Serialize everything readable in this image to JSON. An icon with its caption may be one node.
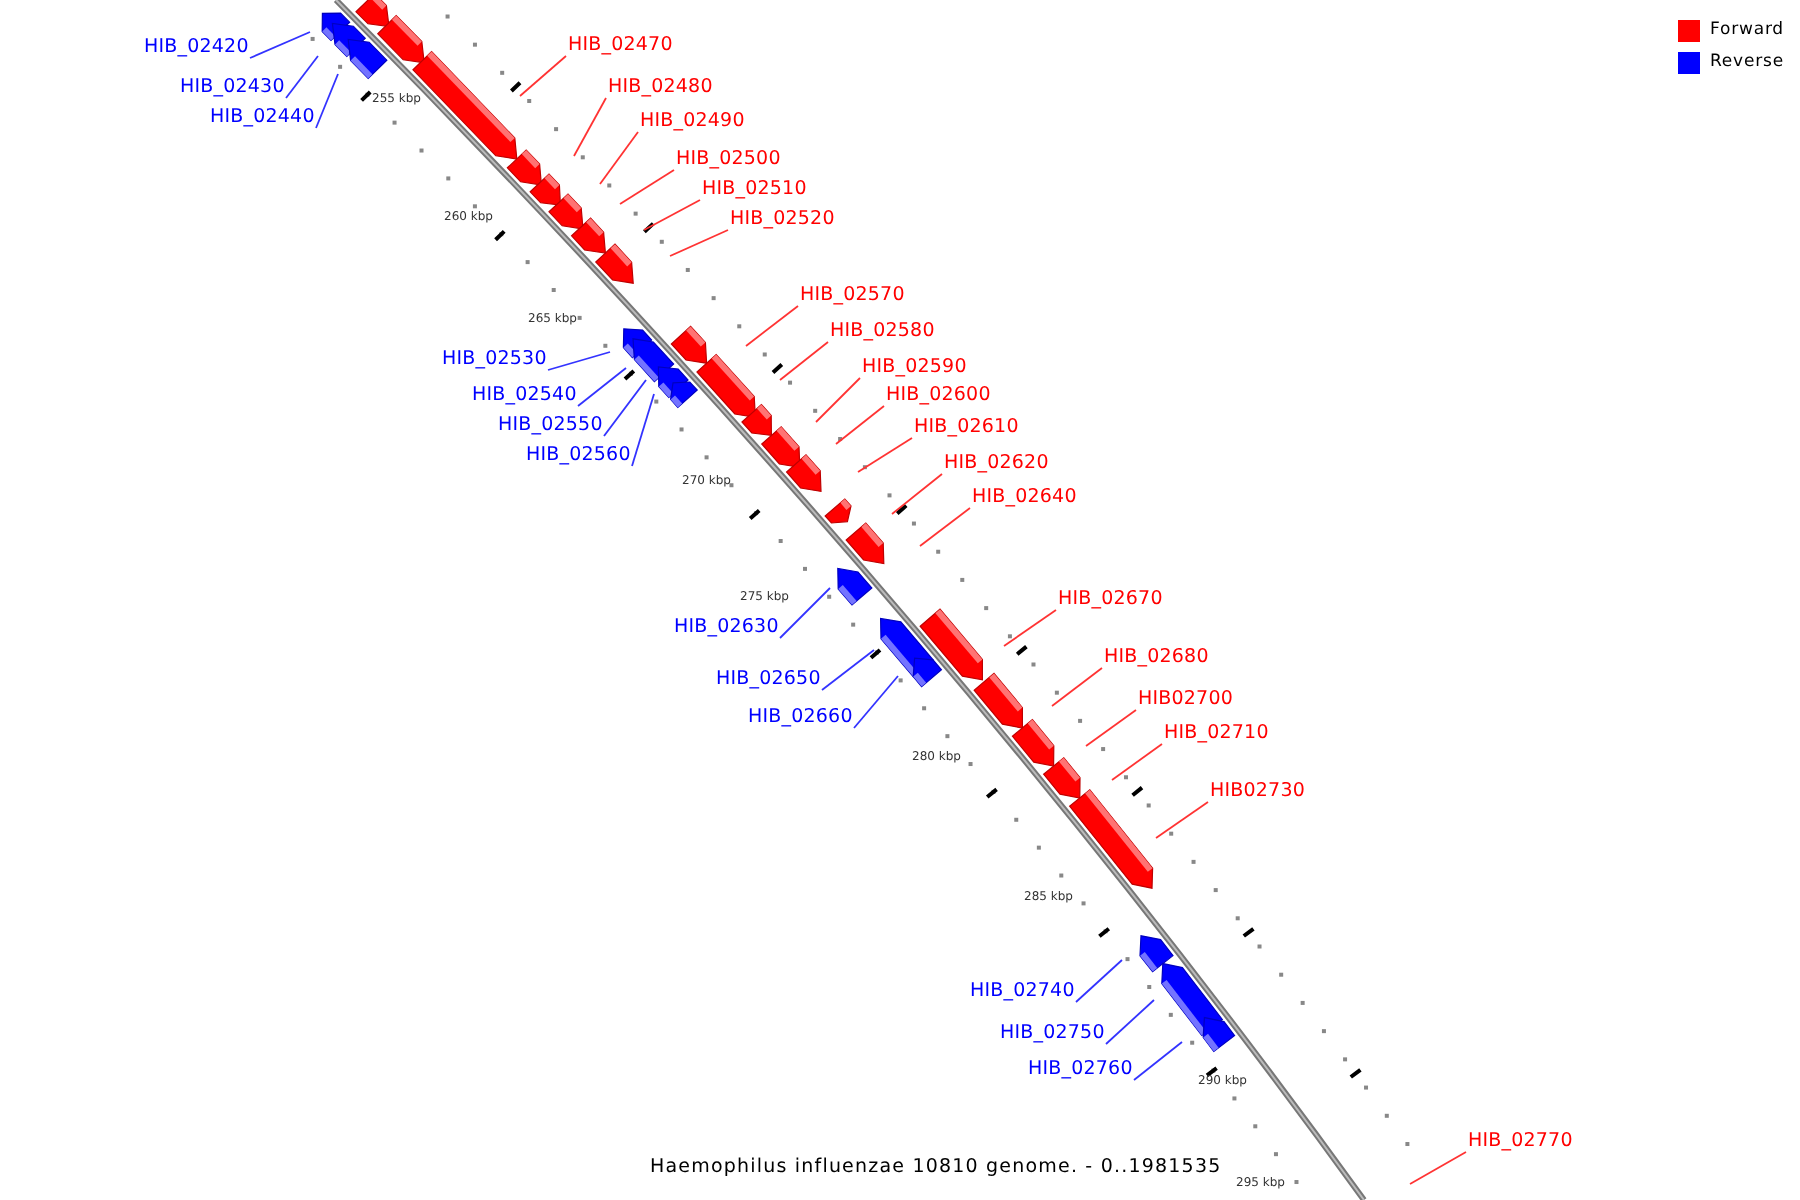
{
  "diagram": {
    "caption": "Haemophilus influenzae 10810 genome. - 0..1981535",
    "nodes": [
      {
        "text": [
          "HIB_02420"
        ]
      },
      {
        "text": [
          "HIB_02430"
        ]
      },
      {
        "text": [
          "HIB_02440"
        ]
      },
      {
        "text": [
          "HIB_02470"
        ]
      },
      {
        "text": [
          "HIB_02480"
        ]
      },
      {
        "text": [
          "HIB_02490"
        ]
      },
      {
        "text": [
          "HIB_02500"
        ]
      },
      {
        "text": [
          "HIB_02510"
        ]
      },
      {
        "text": [
          "HIB_02520"
        ]
      },
      {
        "text": [
          "HIB_02570"
        ]
      },
      {
        "text": [
          "HIB_02580"
        ]
      },
      {
        "text": [
          "HIB_02590"
        ]
      },
      {
        "text": [
          "HIB_02600"
        ]
      },
      {
        "text": [
          "HIB_02610"
        ]
      },
      {
        "text": [
          "HIB_02620"
        ]
      },
      {
        "text": [
          "HIB_02530"
        ]
      },
      {
        "text": [
          "HIB_02640"
        ]
      },
      {
        "text": [
          "HIB_02540"
        ]
      },
      {
        "text": [
          "HIB_02550"
        ]
      },
      {
        "text": [
          "HIB_02560"
        ]
      },
      {
        "text": [
          "HIB_02670"
        ]
      },
      {
        "text": [
          "HIB_02630"
        ]
      },
      {
        "text": [
          "HIB_02680"
        ]
      },
      {
        "text": [
          "HIB_02650"
        ]
      },
      {
        "text": [
          "HIB02700"
        ]
      },
      {
        "text": [
          "HIB_02660"
        ]
      },
      {
        "text": [
          "HIB_02710"
        ]
      },
      {
        "text": [
          "HIB02730"
        ]
      },
      {
        "text": [
          "HIB_02740"
        ]
      },
      {
        "text": [
          "HIB_02750"
        ]
      },
      {
        "text": [
          "HIB_02760"
        ]
      },
      {
        "text": [
          "HIB_02770"
        ]
      }
    ],
    "edges": [
      {
        "from": 0,
        "to": null,
        "arrow": "none",
        "color": "#3333ff"
      },
      {
        "from": 1,
        "to": null,
        "arrow": "none",
        "color": "#3333ff"
      },
      {
        "from": 2,
        "to": null,
        "arrow": "none",
        "color": "#3333ff"
      },
      {
        "from": 3,
        "to": null,
        "arrow": "none"
      },
      {
        "from": 4,
        "to": null,
        "arrow": "none"
      },
      {
        "from": 5,
        "to": null,
        "arrow": "none"
      },
      {
        "from": 6,
        "to": null,
        "arrow": "none"
      },
      {
        "from": 7,
        "to": null,
        "arrow": "none"
      },
      {
        "from": 8,
        "to": null,
        "arrow": "none"
      },
      {
        "from": 9,
        "to": null,
        "arrow": "none"
      },
      {
        "from": 10,
        "to": null,
        "arrow": "none"
      },
      {
        "from": 11,
        "to": null,
        "arrow": "none"
      },
      {
        "from": 12,
        "to": null,
        "arrow": "none"
      },
      {
        "from": 13,
        "to": null,
        "arrow": "none"
      },
      {
        "from": 14,
        "to": null,
        "arrow": "none"
      },
      {
        "from": 15,
        "to": null,
        "arrow": "none",
        "color": "#3333ff"
      },
      {
        "from": 16,
        "to": null,
        "arrow": "none"
      },
      {
        "from": 17,
        "to": null,
        "arrow": "none",
        "color": "#3333ff"
      },
      {
        "from": 18,
        "to": null,
        "arrow": "none",
        "color": "#3333ff"
      },
      {
        "from": 19,
        "to": null,
        "arrow": "none",
        "color": "#3333ff"
      },
      {
        "from": 20,
        "to": null,
        "arrow": "none"
      },
      {
        "from": 21,
        "to": null,
        "arrow": "none",
        "color": "#3333ff"
      },
      {
        "from": 22,
        "to": null,
        "arrow": "none"
      },
      {
        "from": 23,
        "to": null,
        "arrow": "none",
        "color": "#3333ff"
      },
      {
        "from": 24,
        "to": null,
        "arrow": "none"
      },
      {
        "from": 25,
        "to": null,
        "arrow": "none",
        "color": "#3333ff"
      },
      {
        "from": 26,
        "to": null,
        "arrow": "none"
      },
      {
        "from": 27,
        "to": null,
        "arrow": "none"
      },
      {
        "from": 28,
        "to": null,
        "arrow": "none",
        "color": "#3333ff"
      },
      {
        "from": 29,
        "to": null,
        "arrow": "none",
        "color": "#3333ff"
      },
      {
        "from": 30,
        "to": null,
        "arrow": "none",
        "color": "#3333ff"
      },
      {
        "from": 31,
        "to": null,
        "arrow": "none"
      }
    ],
    "labels": [
      "255 kbp",
      "260 kbp",
      "265 kbp",
      "270 kbp",
      "275 kbp",
      "280 kbp",
      "285 kbp",
      "290 kbp",
      "295 kbp"
    ],
    "legend": [
      {
        "text": "Forward",
        "color": "#ff0000"
      },
      {
        "text": "Reverse",
        "color": "#0000ff"
      }
    ]
  }
}
